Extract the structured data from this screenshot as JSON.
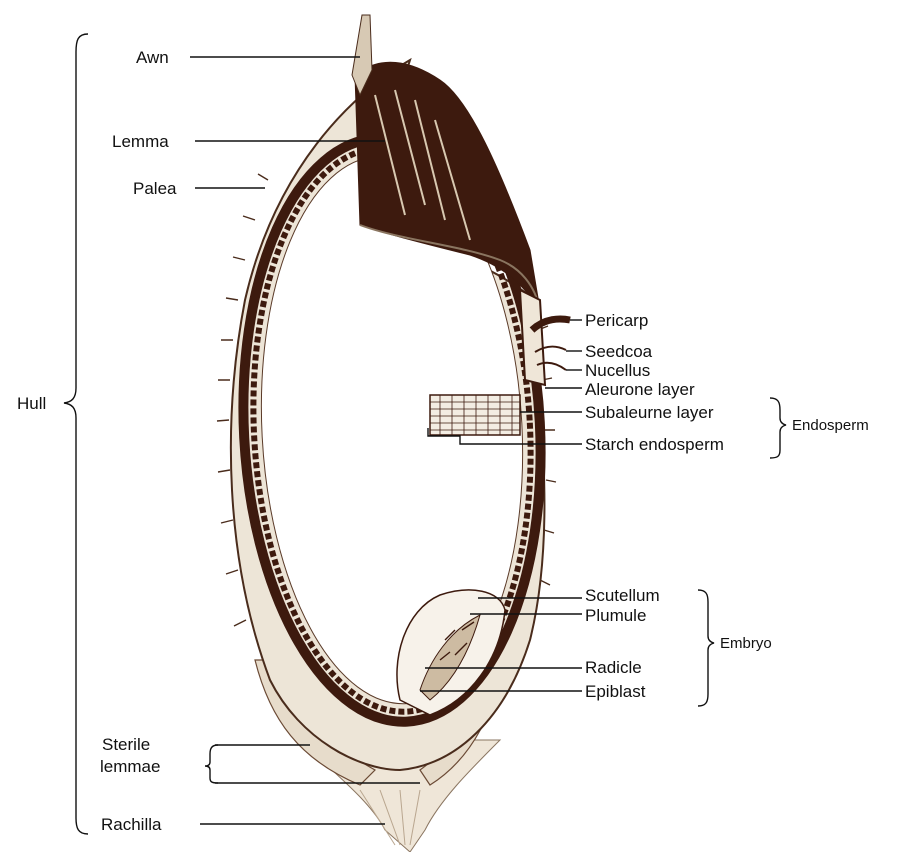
{
  "labels": {
    "awn": "Awn",
    "lemma": "Lemma",
    "palea": "Palea",
    "hull": "Hull",
    "pericarp": "Pericarp",
    "seedcoa": "Seedcoa",
    "nucellus": "Nucellus",
    "aleurone": "Aleurone layer",
    "subaleurne": "Subaleurne layer",
    "starch": "Starch endosperm",
    "endosperm": "Endosperm",
    "scutellum": "Scutellum",
    "plumule": "Plumule",
    "radicle": "Radicle",
    "epiblast": "Epiblast",
    "embryo": "Embryo",
    "sterile_1": "Sterile",
    "sterile_2": "lemmae",
    "rachilla": "Rachilla"
  },
  "colors": {
    "dark_brown": "#3d1a0e",
    "hull_fill": "#ece4d6",
    "background": "#ffffff",
    "ink": "#111111"
  }
}
